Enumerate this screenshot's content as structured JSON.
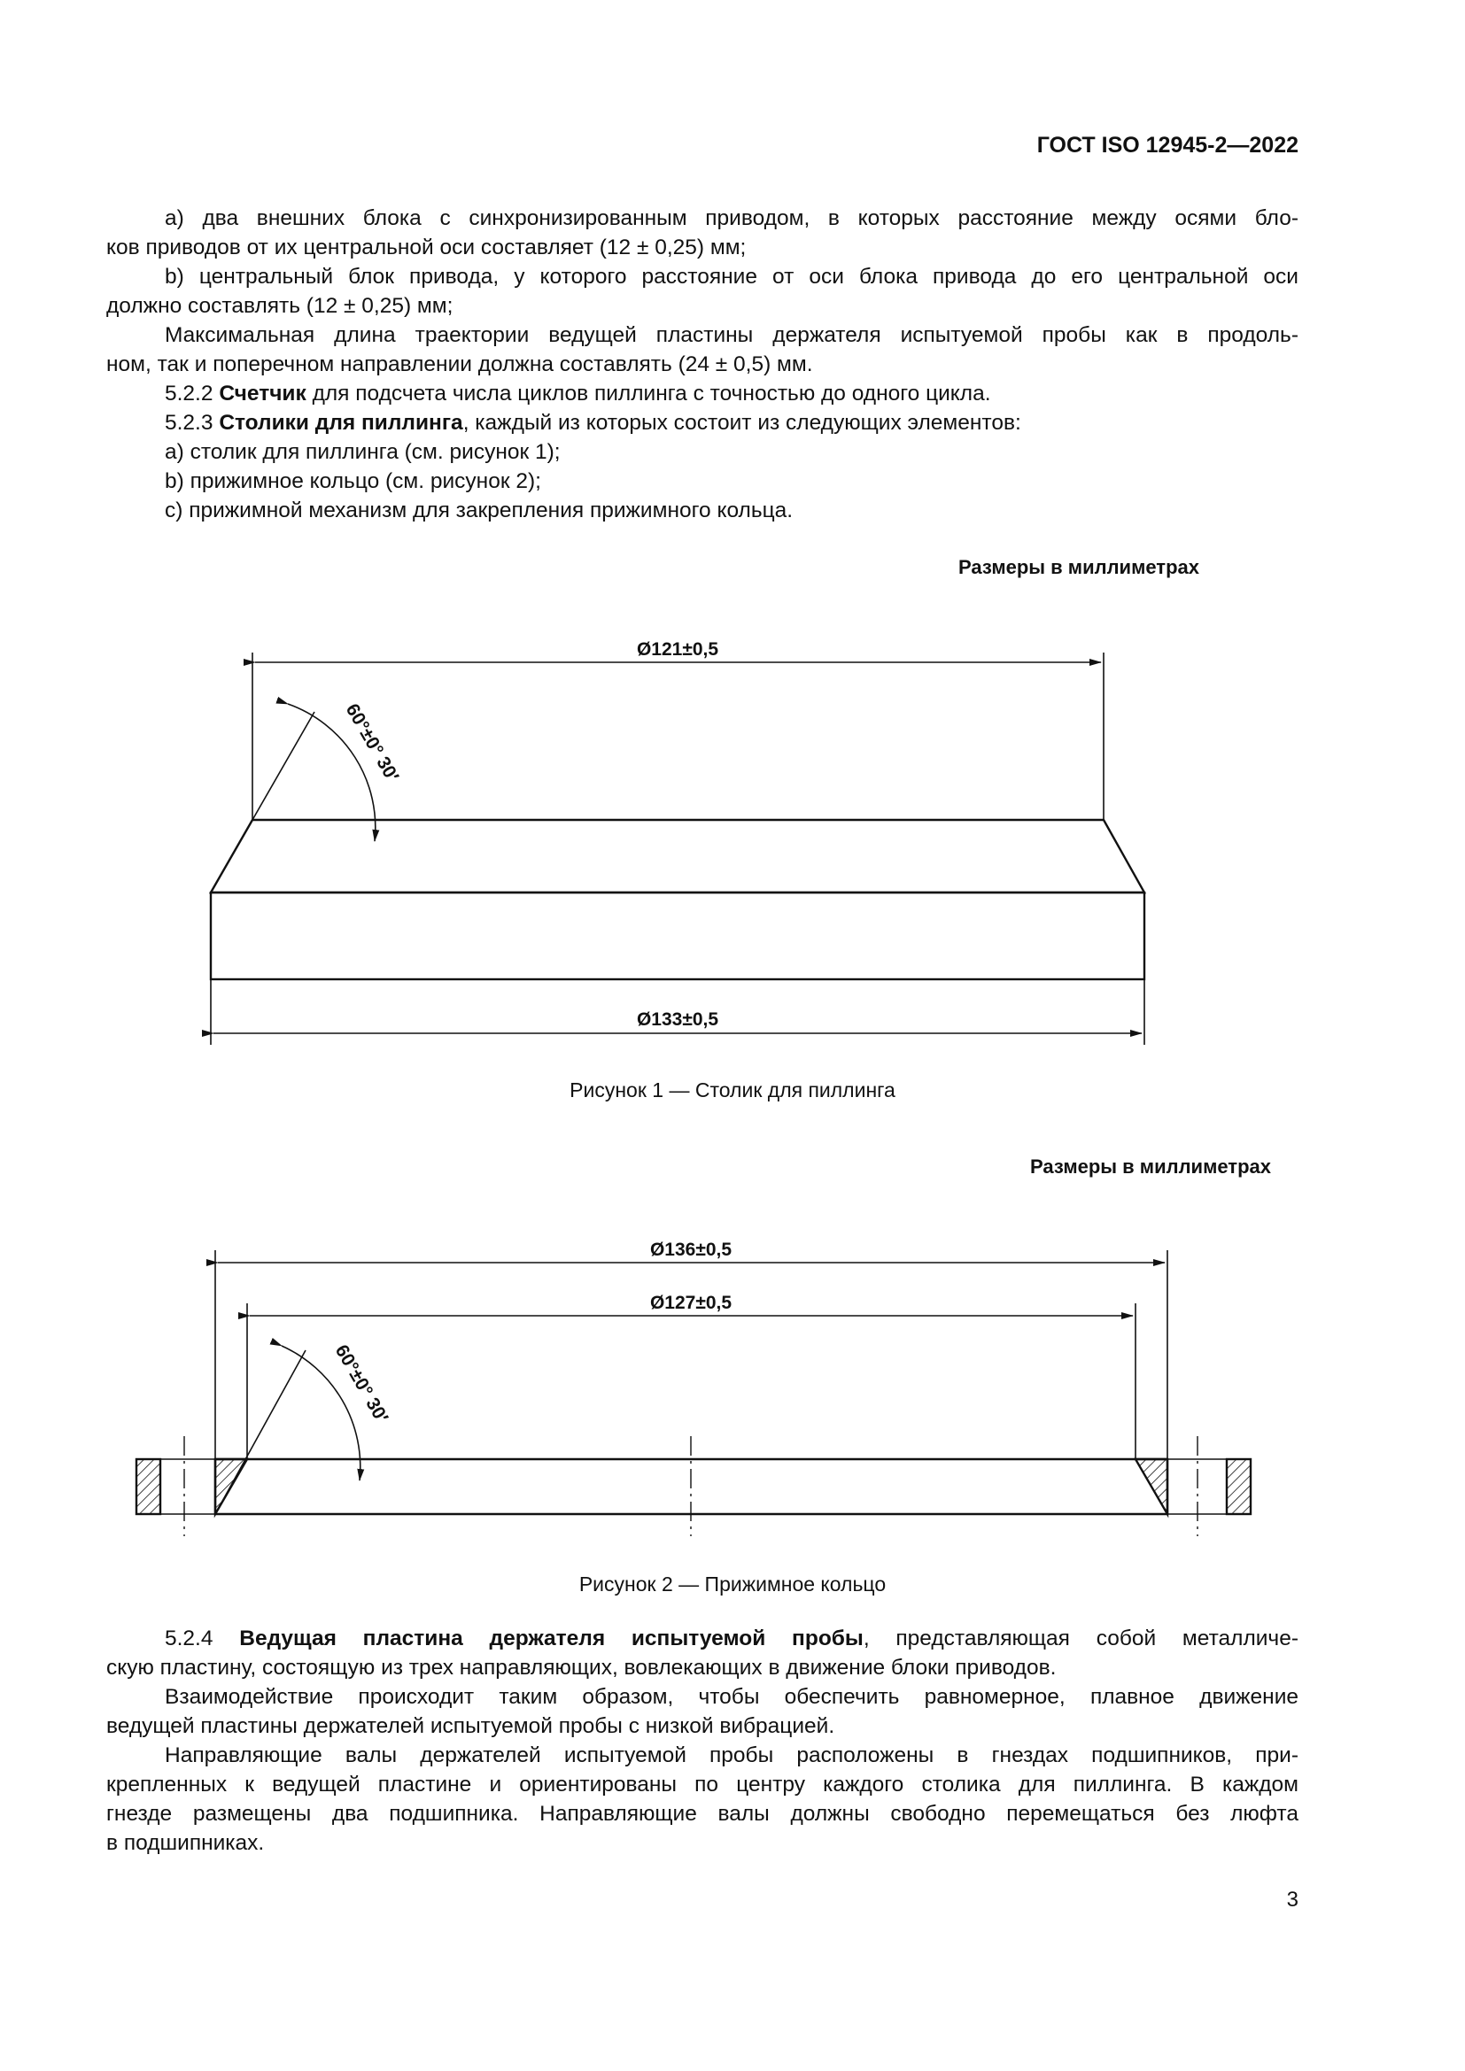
{
  "header": {
    "standard": "ГОСТ ISO 12945-2—2022"
  },
  "top_paragraphs": [
    {
      "lines": [
        "а) два внешних блока с синхронизированным приводом, в которых расстояние между осями бло-",
        "ков приводов от их центральной оси составляет (12 ± 0,25) мм;"
      ]
    },
    {
      "lines": [
        "b) центральный блок привода, у которого расстояние от оси блока привода до его центральной оси",
        "должно составлять (12 ± 0,25) мм;"
      ]
    },
    {
      "lines": [
        "Максимальная длина траектории ведущей пластины держателя испытуемой пробы как в продоль-",
        "ном, так и поперечном направлении должна составлять (24 ± 0,5) мм."
      ]
    }
  ],
  "item_522": {
    "num": "5.2.2",
    "bold": "Счетчик",
    "rest": " для подсчета числа циклов пиллинга с точностью до одного цикла."
  },
  "item_523": {
    "num": "5.2.3",
    "bold": "Столики для пиллинга",
    "rest": ", каждый из которых состоит из следующих элементов:"
  },
  "list_523": [
    "а) столик для пиллинга (см. рисунок 1);",
    "b) прижимное кольцо (см. рисунок 2);",
    "с) прижимной механизм для закрепления прижимного кольца."
  ],
  "figure1": {
    "dims_note": "Размеры в миллиметрах",
    "top_dim": "Ø121±0,5",
    "bottom_dim": "Ø133±0,5",
    "angle": "60°±0° 30′",
    "caption": "Рисунок 1 — Столик для пиллинга"
  },
  "figure2": {
    "dims_note": "Размеры в миллиметрах",
    "outer_dim": "Ø136±0,5",
    "inner_dim": "Ø127±0,5",
    "angle": "60°±0° 30′",
    "caption": "Рисунок 2 — Прижимное кольцо"
  },
  "item_524": {
    "num": "5.2.4",
    "bold": "Ведущая пластина держателя испытуемой пробы",
    "rest1": ", представляющая собой металличе-",
    "line2": "скую пластину, состоящую из трех направляющих, вовлекающих в движение блоки приводов."
  },
  "bottom_paragraphs": [
    {
      "lines": [
        "Взаимодействие происходит таким образом, чтобы обеспечить равномерное, плавное движение",
        "ведущей пластины держателей испытуемой пробы с низкой вибрацией."
      ]
    },
    {
      "lines": [
        "Направляющие валы держателей испытуемой пробы расположены в гнездах подшипников, при-",
        "крепленных к ведущей пластине и ориентированы по центру каждого столика для пиллинга. В каждом",
        "гнезде размещены два подшипника. Направляющие валы должны свободно перемещаться без люфта",
        "в подшипниках."
      ]
    }
  ],
  "page_number": "3"
}
